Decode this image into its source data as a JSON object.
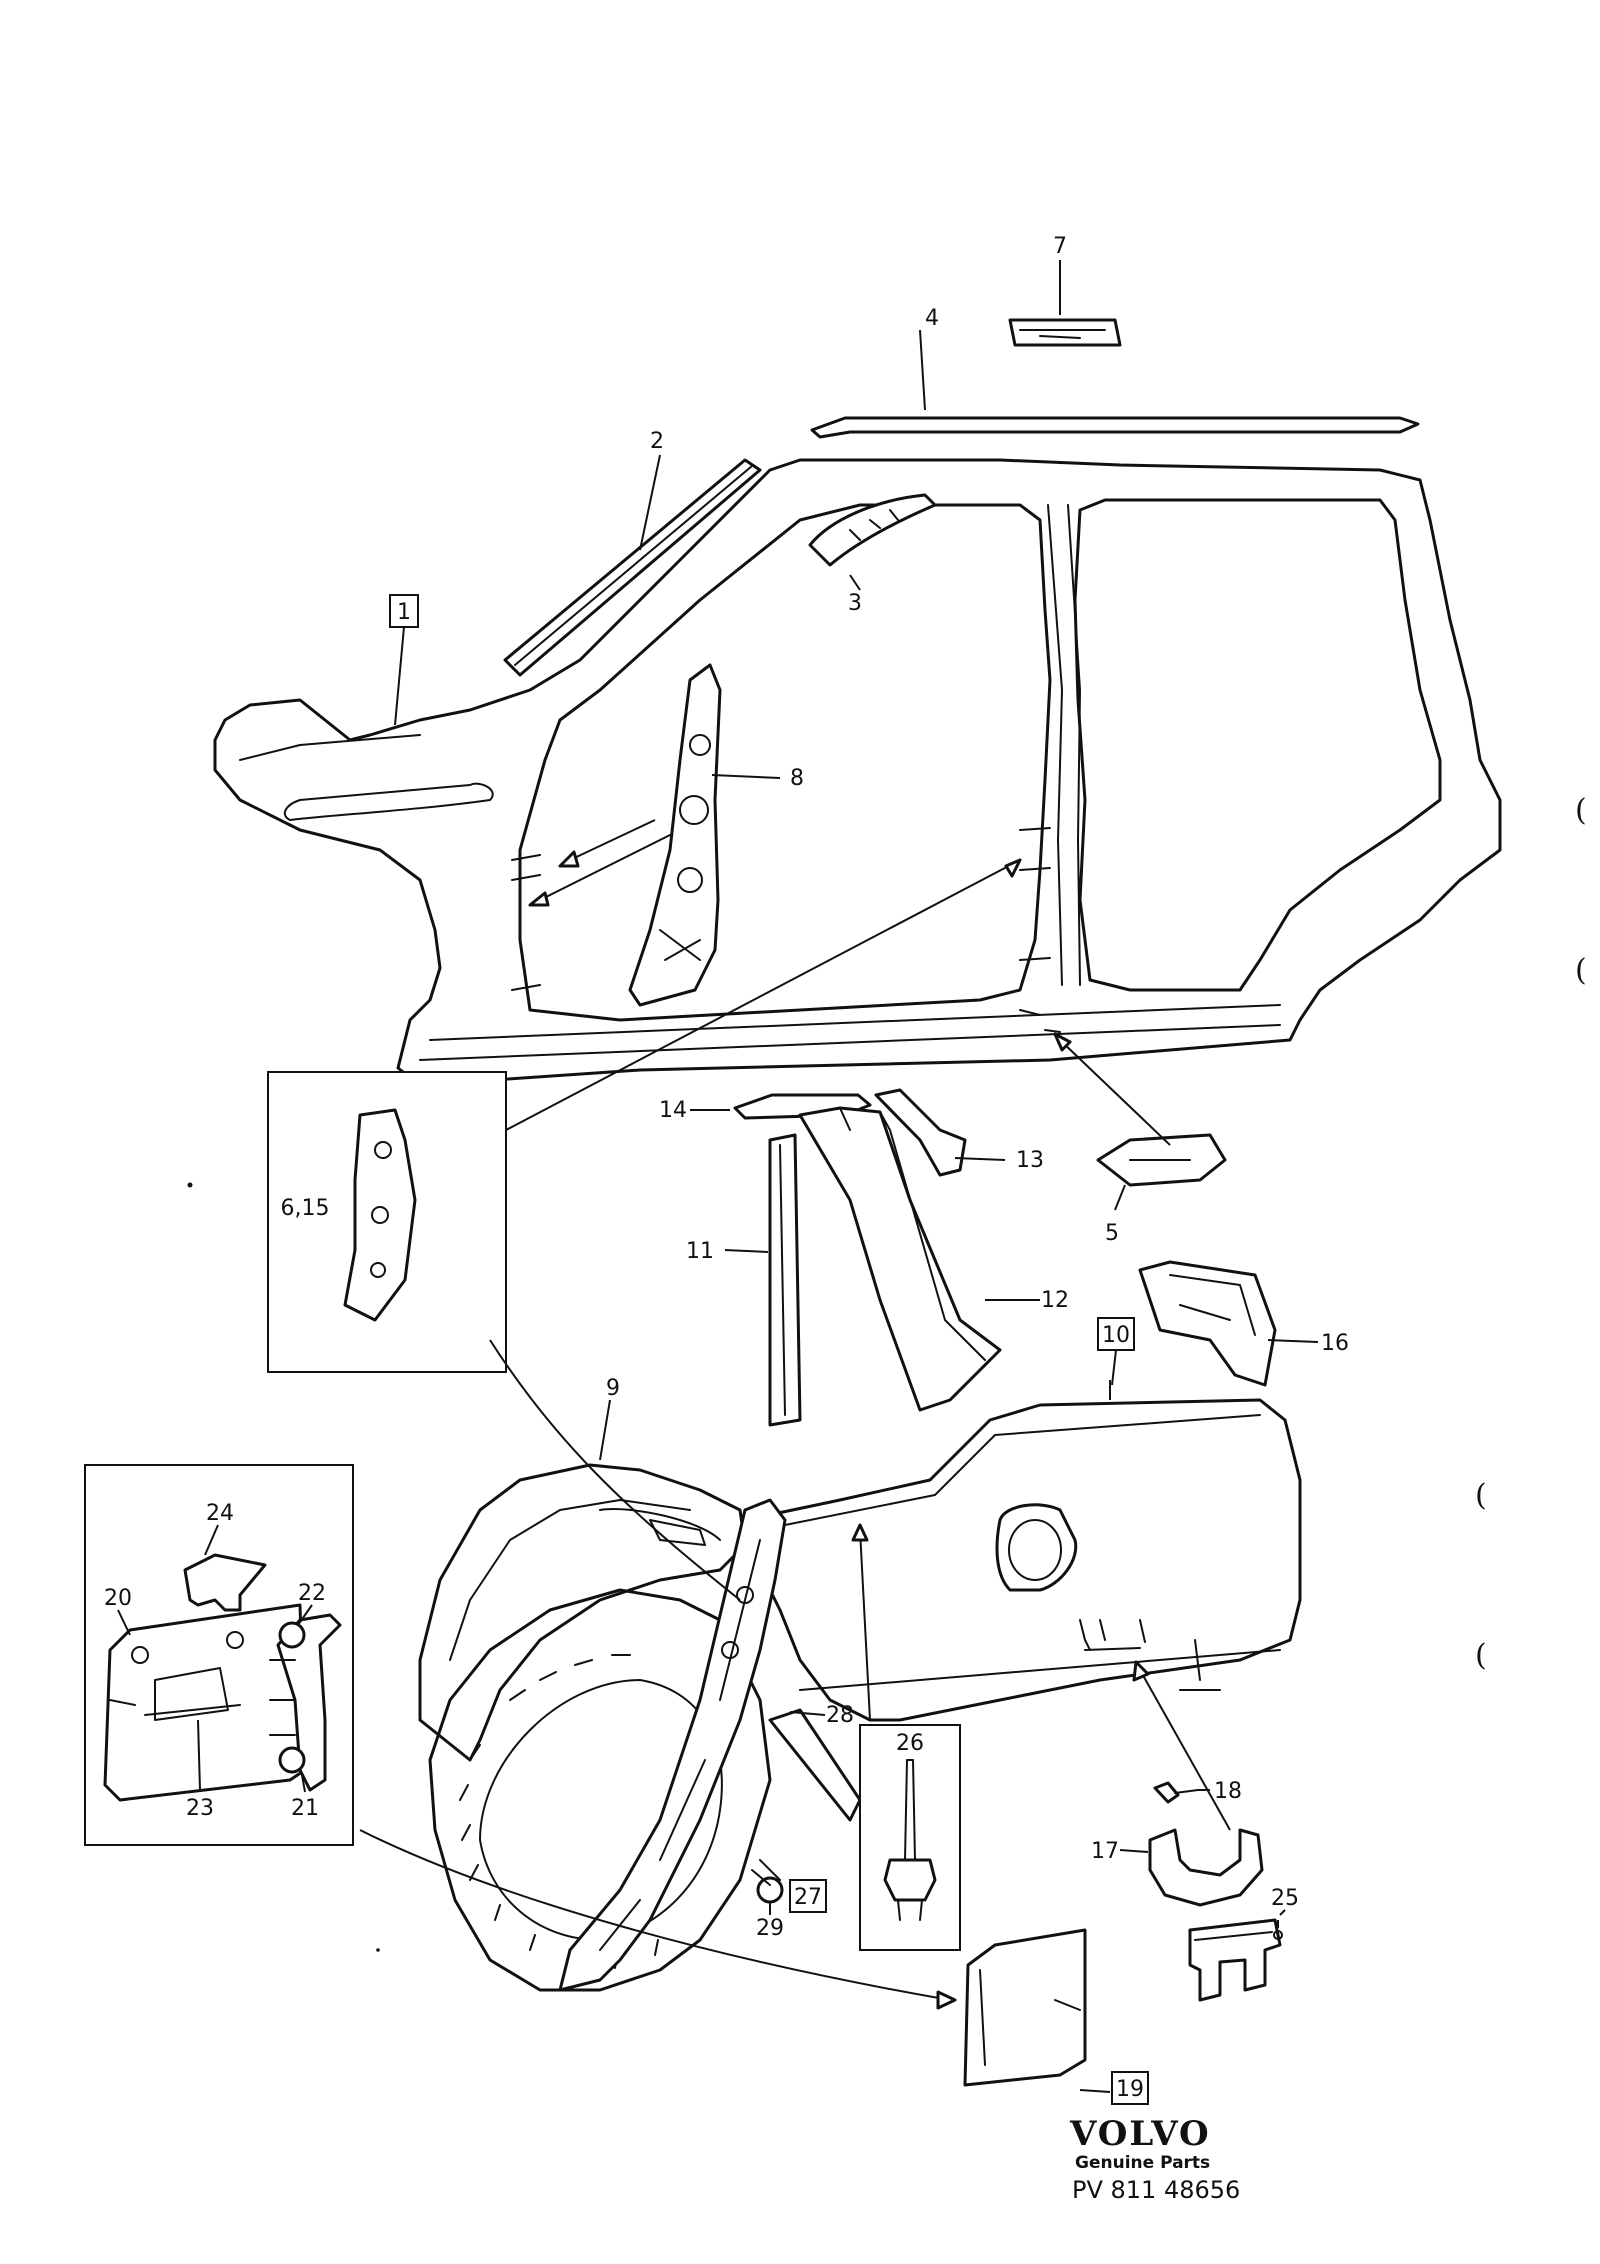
{
  "diagram": {
    "callouts": [
      "1",
      "2",
      "3",
      "4",
      "5",
      "6,15",
      "7",
      "8",
      "9",
      "10",
      "11",
      "12",
      "13",
      "14",
      "16",
      "17",
      "18",
      "19",
      "20",
      "21",
      "22",
      "23",
      "24",
      "25",
      "26",
      "27",
      "28",
      "29"
    ],
    "boxed_callouts": [
      "1",
      "10",
      "19",
      "27"
    ]
  },
  "logo": {
    "brand": "VOLVO",
    "subtitle": "Genuine Parts",
    "part_number": "PV 811 48656"
  },
  "margin_marks": [
    "(",
    "(",
    "(",
    "("
  ]
}
